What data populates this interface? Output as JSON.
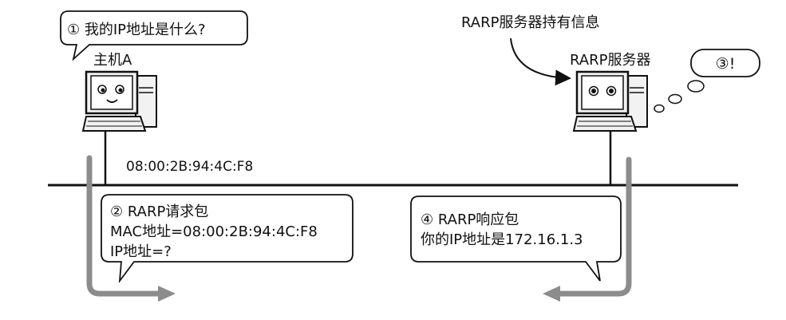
{
  "host_a": {
    "bubble_text": "① 我的IP地址是什么?",
    "label": "主机A",
    "mac": "08:00:2B:94:4C:F8"
  },
  "server": {
    "annotation": "RARP服务器持有信息",
    "label": "RARP服务器",
    "thought": "③!"
  },
  "request_packet": {
    "title": "② RARP请求包",
    "line1": "MAC地址=08:00:2B:94:4C:F8",
    "line2": "IP地址=?"
  },
  "response_packet": {
    "title": "④ RARP响应包",
    "line1": "你的IP地址是172.16.1.3"
  },
  "colors": {
    "ink": "#111111",
    "arrow_gray": "#8c8c8c",
    "screen_fill": "#ffffff",
    "monitor_fill": "#f2f2f2"
  }
}
